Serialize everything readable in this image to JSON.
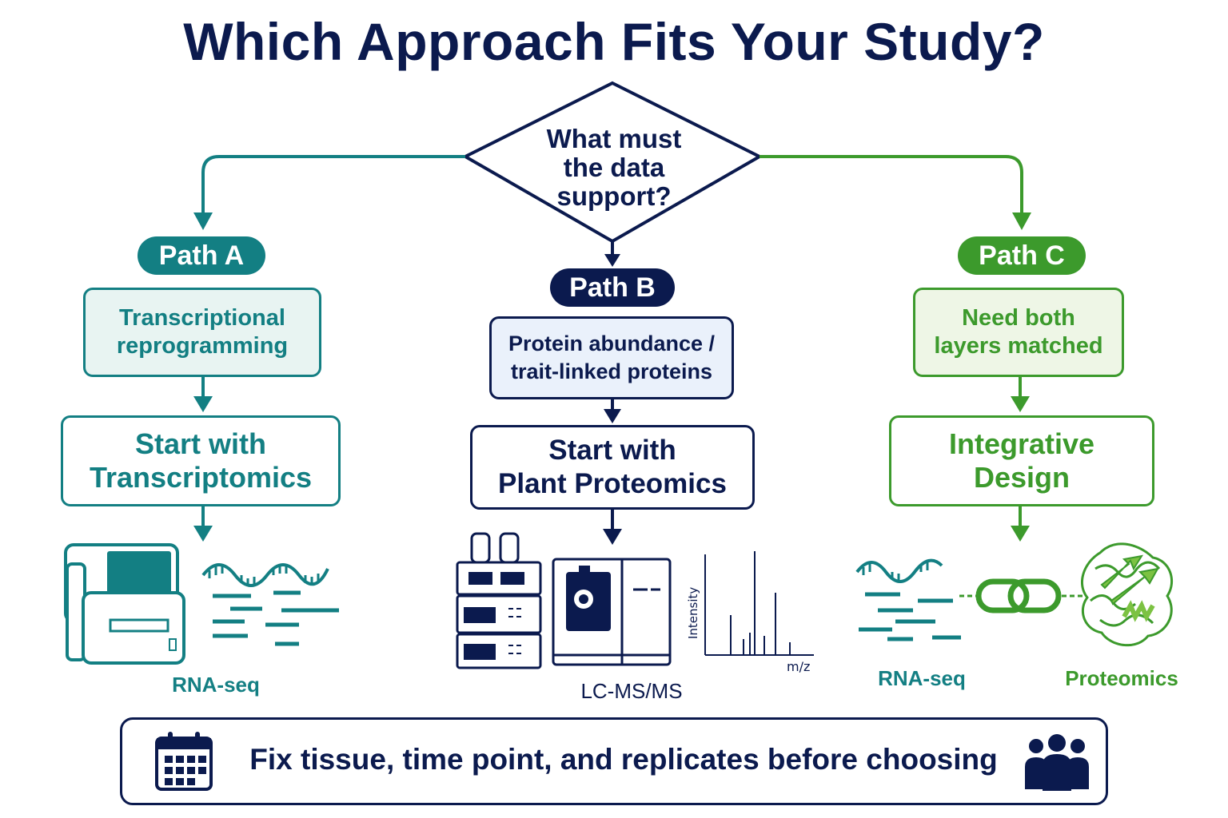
{
  "title": "Which Approach Fits Your Study?",
  "decision": {
    "line1": "What must",
    "line2": "the data",
    "line3": "support?"
  },
  "colors": {
    "navy": "#0b1a4e",
    "teal": "#137f83",
    "green": "#3c9a2c"
  },
  "paths": [
    {
      "label": "Path A",
      "question_line1": "Transcriptional",
      "question_line2": "reprogramming",
      "action_line1": "Start with",
      "action_line2": "Transcriptomics",
      "icon_labels": [
        "RNA-seq"
      ]
    },
    {
      "label": "Path B",
      "question_line1": "Protein abundance /",
      "question_line2": "trait-linked proteins",
      "action_line1": "Start with",
      "action_line2": "Plant Proteomics",
      "icon_labels": [
        "LC-MS/MS"
      ],
      "spectrum": {
        "ylabel": "Intensity",
        "xlabel": "m/z"
      }
    },
    {
      "label": "Path C",
      "question_line1": "Need both",
      "question_line2": "layers matched",
      "action_line1": "Integrative",
      "action_line2": "Design",
      "icon_labels": [
        "RNA-seq",
        "Proteomics"
      ]
    }
  ],
  "footer": {
    "text": "Fix tissue, time point, and replicates before choosing",
    "left_icon": "calendar-icon",
    "right_icon": "people-group-icon"
  }
}
